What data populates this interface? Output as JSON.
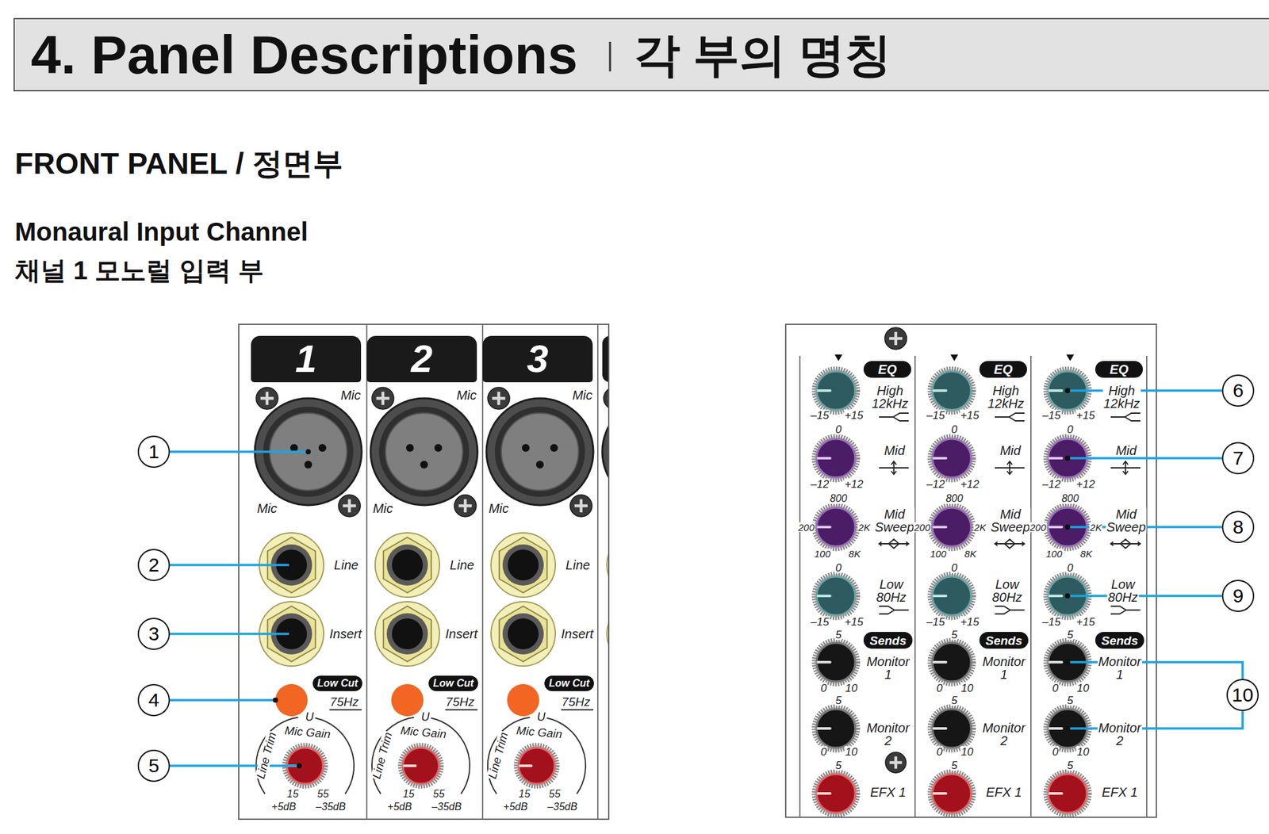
{
  "diagram": {
    "nodes": [
      {
        "text": [
          "4. Panel Descriptions",
          "각 부의 명칭"
        ]
      },
      {
        "text": [
          "1"
        ]
      },
      {
        "text": [
          "2"
        ]
      },
      {
        "text": [
          "3"
        ]
      },
      {
        "text": [
          "Low Cut"
        ]
      },
      {
        "text": [
          "Low Cut"
        ]
      },
      {
        "text": [
          "Low Cut"
        ]
      },
      {
        "text": [
          "EQ"
        ]
      },
      {
        "text": [
          "EQ"
        ]
      },
      {
        "text": [
          "EQ"
        ]
      },
      {
        "text": [
          "Sends"
        ]
      },
      {
        "text": [
          "Sends"
        ]
      },
      {
        "text": [
          "Sends"
        ]
      }
    ],
    "labels": [
      "FRONT PANEL / 정면부",
      "Monaural Input Channel",
      "채널 1 모노럴 입력 부",
      "Mic",
      "Mic",
      "Line",
      "Insert",
      "75Hz",
      "Line Trim",
      "Mic Gain",
      "U",
      "15",
      "55",
      "+5dB",
      "–35dB",
      "Mic",
      "Mic",
      "Line",
      "Insert",
      "75Hz",
      "Line Trim",
      "Mic Gain",
      "U",
      "15",
      "55",
      "+5dB",
      "–35dB",
      "Mic",
      "Mic",
      "Line",
      "Insert",
      "75Hz",
      "Line Trim",
      "Mic Gain",
      "U",
      "15",
      "55",
      "+5dB",
      "–35dB",
      "High 12kHz",
      "–15",
      "+15",
      "0",
      "Mid",
      "–12",
      "+12",
      "800",
      "200",
      "2K",
      "Mid Sweep",
      "100",
      "8K",
      "0",
      "Low 80Hz",
      "–15",
      "+15",
      "5",
      "Monitor 1",
      "0",
      "10",
      "5",
      "Monitor 2",
      "0",
      "10",
      "5",
      "EFX 1",
      "High 12kHz",
      "–15",
      "+15",
      "0",
      "Mid",
      "–12",
      "+12",
      "800",
      "200",
      "2K",
      "Mid Sweep",
      "100",
      "8K",
      "0",
      "Low 80Hz",
      "–15",
      "+15",
      "5",
      "Monitor 1",
      "0",
      "10",
      "5",
      "Monitor 2",
      "0",
      "10",
      "5",
      "EFX 1",
      "High 12kHz",
      "–15",
      "+15",
      "0",
      "Mid",
      "–12",
      "+12",
      "800",
      "200",
      "2K",
      "Mid Sweep",
      "100",
      "8K",
      "0",
      "Low 80Hz",
      "–15",
      "+15",
      "5",
      "Monitor 1",
      "0",
      "10",
      "5",
      "Monitor 2",
      "0",
      "10",
      "5",
      "EFX 1",
      "1",
      "2",
      "3",
      "4",
      "5",
      "6",
      "7",
      "8",
      "9",
      "10"
    ]
  }
}
